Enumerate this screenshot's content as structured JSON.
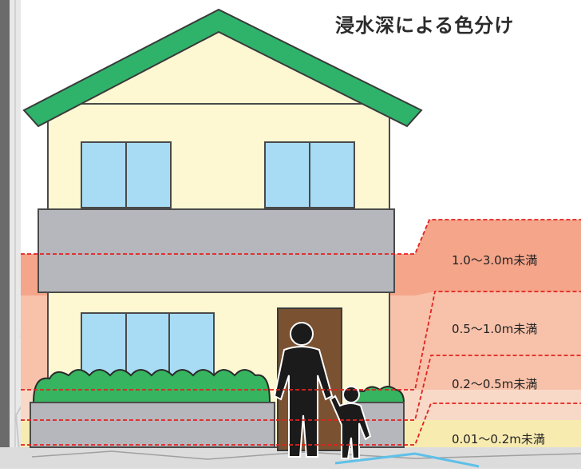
{
  "title": "浸水深による色分け",
  "legend": [
    {
      "label": "1.0〜3.0m未満",
      "color": "#f4a58a"
    },
    {
      "label": "0.5〜1.0m未満",
      "color": "#f8c2aa"
    },
    {
      "label": "0.2〜0.5m未満",
      "color": "#f8d9c8"
    },
    {
      "label": "0.01〜0.2m未満",
      "color": "#f7ebb0"
    }
  ],
  "colors": {
    "roof": "#2fb36b",
    "wall": "#fdf8d2",
    "window": "#a8dbf4",
    "balcony": "#b6b7bc",
    "door": "#7a5232",
    "hedge": "#37b45f",
    "person": "#1b1b1b",
    "dashed_line": "#e4211f"
  }
}
